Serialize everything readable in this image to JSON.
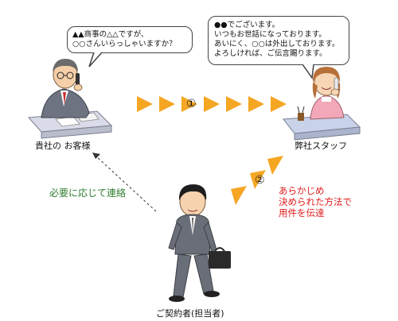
{
  "customer_bubble": {
    "lines": [
      "▲▲商事の△△ですが、",
      "○○さんいらっしゃいますか？"
    ]
  },
  "staff_bubble": {
    "lines": [
      "●●でございます。",
      "いつもお世話になっております。",
      "あいにく、○○は外出しております。",
      "よろしければ、ご伝言賜ります。"
    ]
  },
  "labels": {
    "customer": "貴社の お客様",
    "staff": "弊社スタッフ",
    "contractor": "ご契約者(担当者)",
    "contact_as_needed": "必要に応じて連絡",
    "relay_lines": [
      "あらかじめ",
      "決められた方法で",
      "用件を伝達"
    ]
  },
  "steps": {
    "step1": "①",
    "step2": "②"
  },
  "colors": {
    "arrow_orange": "#f5a623",
    "green_text": "#2f7d2f",
    "red_text": "#e01818"
  }
}
